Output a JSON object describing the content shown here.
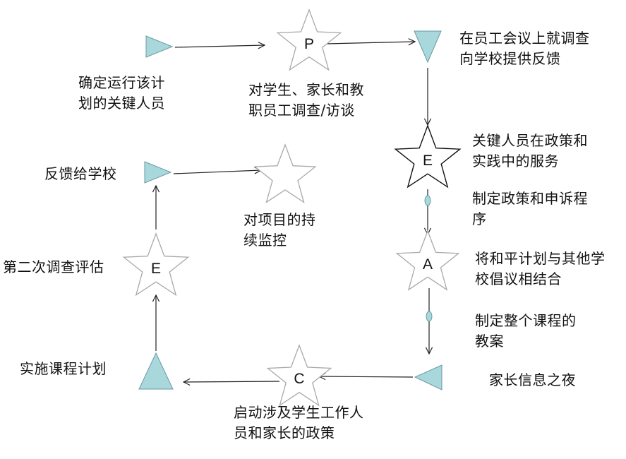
{
  "colors": {
    "marker_fill": "#a8d8dc",
    "marker_stroke": "#6a9aa0",
    "star_stroke_light": "#a9a9a9",
    "star_stroke_dark": "#111111",
    "arrow": "#222222",
    "text": "#111111"
  },
  "stars": {
    "p": "P",
    "e_top": "E",
    "a": "A",
    "c": "C",
    "e_left": "E"
  },
  "labels": {
    "identify_key": [
      "确定运行该计",
      "划的关键人员"
    ],
    "survey": [
      "对学生、家长和教",
      "职员工调查/访谈"
    ],
    "feedback_meeting": [
      "在员工会议上就调查",
      "向学校提供反馈"
    ],
    "key_services": [
      "关键人员在政策和",
      "实践中的服务"
    ],
    "policy_appeal": [
      "制定政策和申诉程",
      "序"
    ],
    "integrate": [
      "将和平计划与其他学",
      "校倡议相结合"
    ],
    "lesson_plans": [
      "制定整个课程的",
      "教案"
    ],
    "parent_night": [
      "家长信息之夜"
    ],
    "launch_policy": [
      "启动涉及学生工作人",
      "员和家长的政策"
    ],
    "implement": [
      "实施课程计划"
    ],
    "second_survey": [
      "第二次调查评估"
    ],
    "feedback_school": [
      "反馈给学校"
    ],
    "monitoring": [
      "对项目的持",
      "续监控"
    ]
  }
}
